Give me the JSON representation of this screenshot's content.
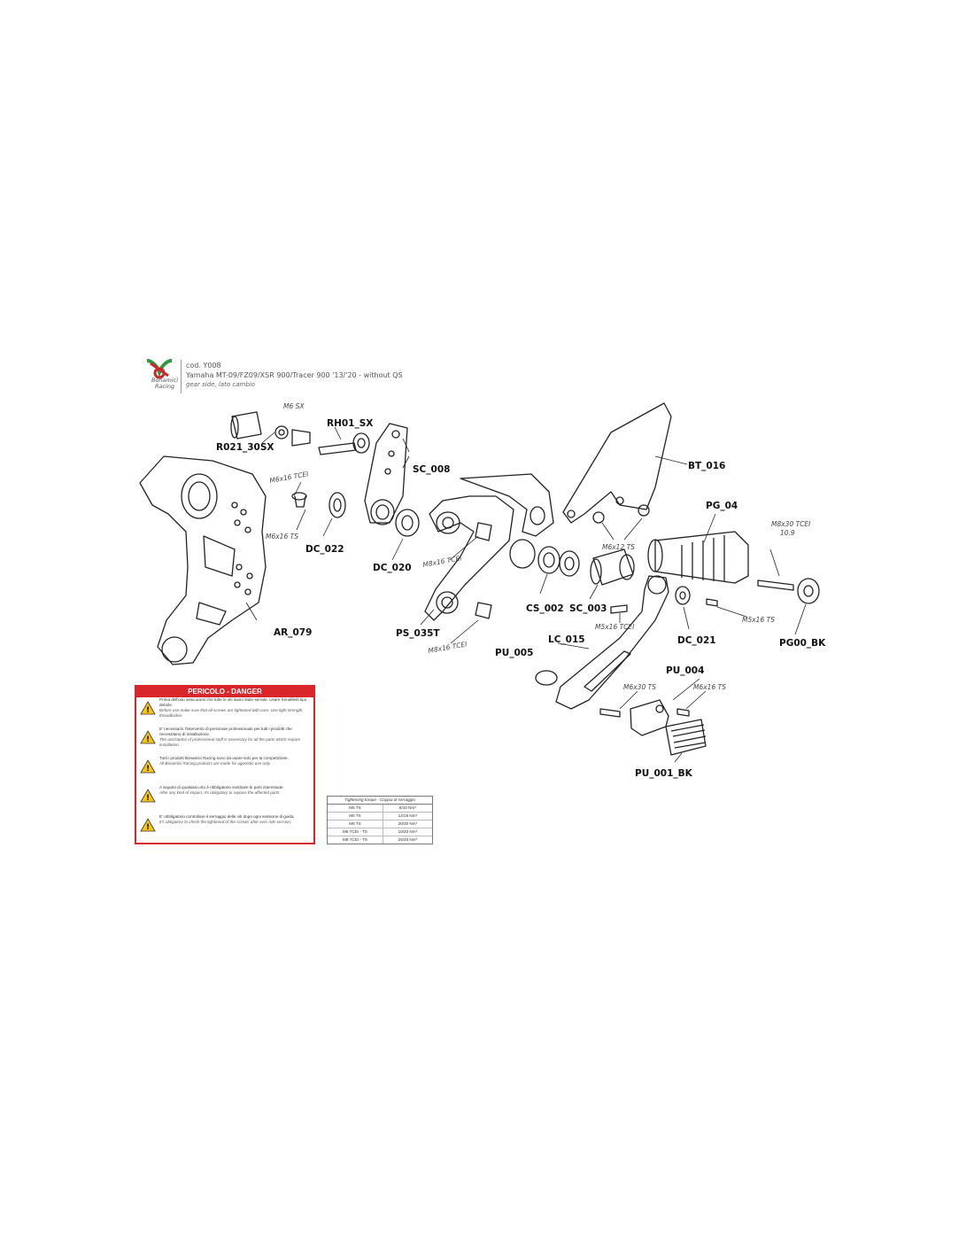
{
  "header": {
    "brand": "Bonamici Racing",
    "code": "cod. Y008",
    "model": "Yamaha MT-09/FZ09/XSR 900/Tracer 900 '13/'20 - without QS",
    "side": "gear side, lato cambio"
  },
  "parts": [
    "R021_30SX",
    "RH01_SX",
    "SC_008",
    "BT_016",
    "PG_04",
    "AR_079",
    "DC_022",
    "DC_020",
    "CS_002",
    "SC_003",
    "PS_035T",
    "DC_021",
    "PG00_BK",
    "LC_015",
    "PU_005",
    "PU_004",
    "PU_001_BK"
  ],
  "screws": [
    "M6 SX",
    "M6x16 TCEI",
    "M6x16 TS",
    "M8x16 TCEI",
    "M8x16 TCEI",
    "M6x12 TS",
    "M8x30 TCEI",
    "10.9",
    "M5x16 TCEI",
    "M5x16 TS",
    "M6x30 TS",
    "M6x16 TS"
  ],
  "danger": {
    "title": "PERICOLO - DANGER",
    "warnings": [
      {
        "it": "Prima dell'uso assicurarsi che tutte le viti siano state serrate. Usare frenafiletti tipo debole.",
        "en": "Before use make sure that all screws are tightened with care. Use light strength threadlocker."
      },
      {
        "it": "E' necessario l'intervento di personale professionale per tutti i prodotti che necessitano di installazione.",
        "en": "The assistance of professional staff is necessary for all the parts which require installation."
      },
      {
        "it": "Tutti i prodotti Bonamici Racing sono da usare solo per la competizione.",
        "en": "All Bonamici Racing products are made for agonistic use only."
      },
      {
        "it": "A seguito di qualsiasi urto è obbligatorio sostituire le parti interessate.",
        "en": "After any kind of impact, it's obligatory to replace the affected parts."
      },
      {
        "it": "E' obbligatorio controllare il serraggio delle viti dopo ogni sessione di guida.",
        "en": "It's obligatory to check the tightened of the screws after ever ride session."
      }
    ]
  },
  "torque": {
    "title": "Tightening torque - Coppia di serraggio",
    "rows": [
      [
        "M5 TS",
        "8/10 Nm*"
      ],
      [
        "M6 TS",
        "14/15 Nm*"
      ],
      [
        "M8 TS",
        "20/30 Nm*"
      ],
      [
        "M6 TCEI - TS",
        "10/20 Nm*"
      ],
      [
        "M8 TCEI - TS",
        "25/30 Nm*"
      ]
    ]
  },
  "colors": {
    "danger_red": "#d8262a",
    "logo_green": "#2e9a3c",
    "logo_red": "#c8282e",
    "line": "#222222"
  }
}
